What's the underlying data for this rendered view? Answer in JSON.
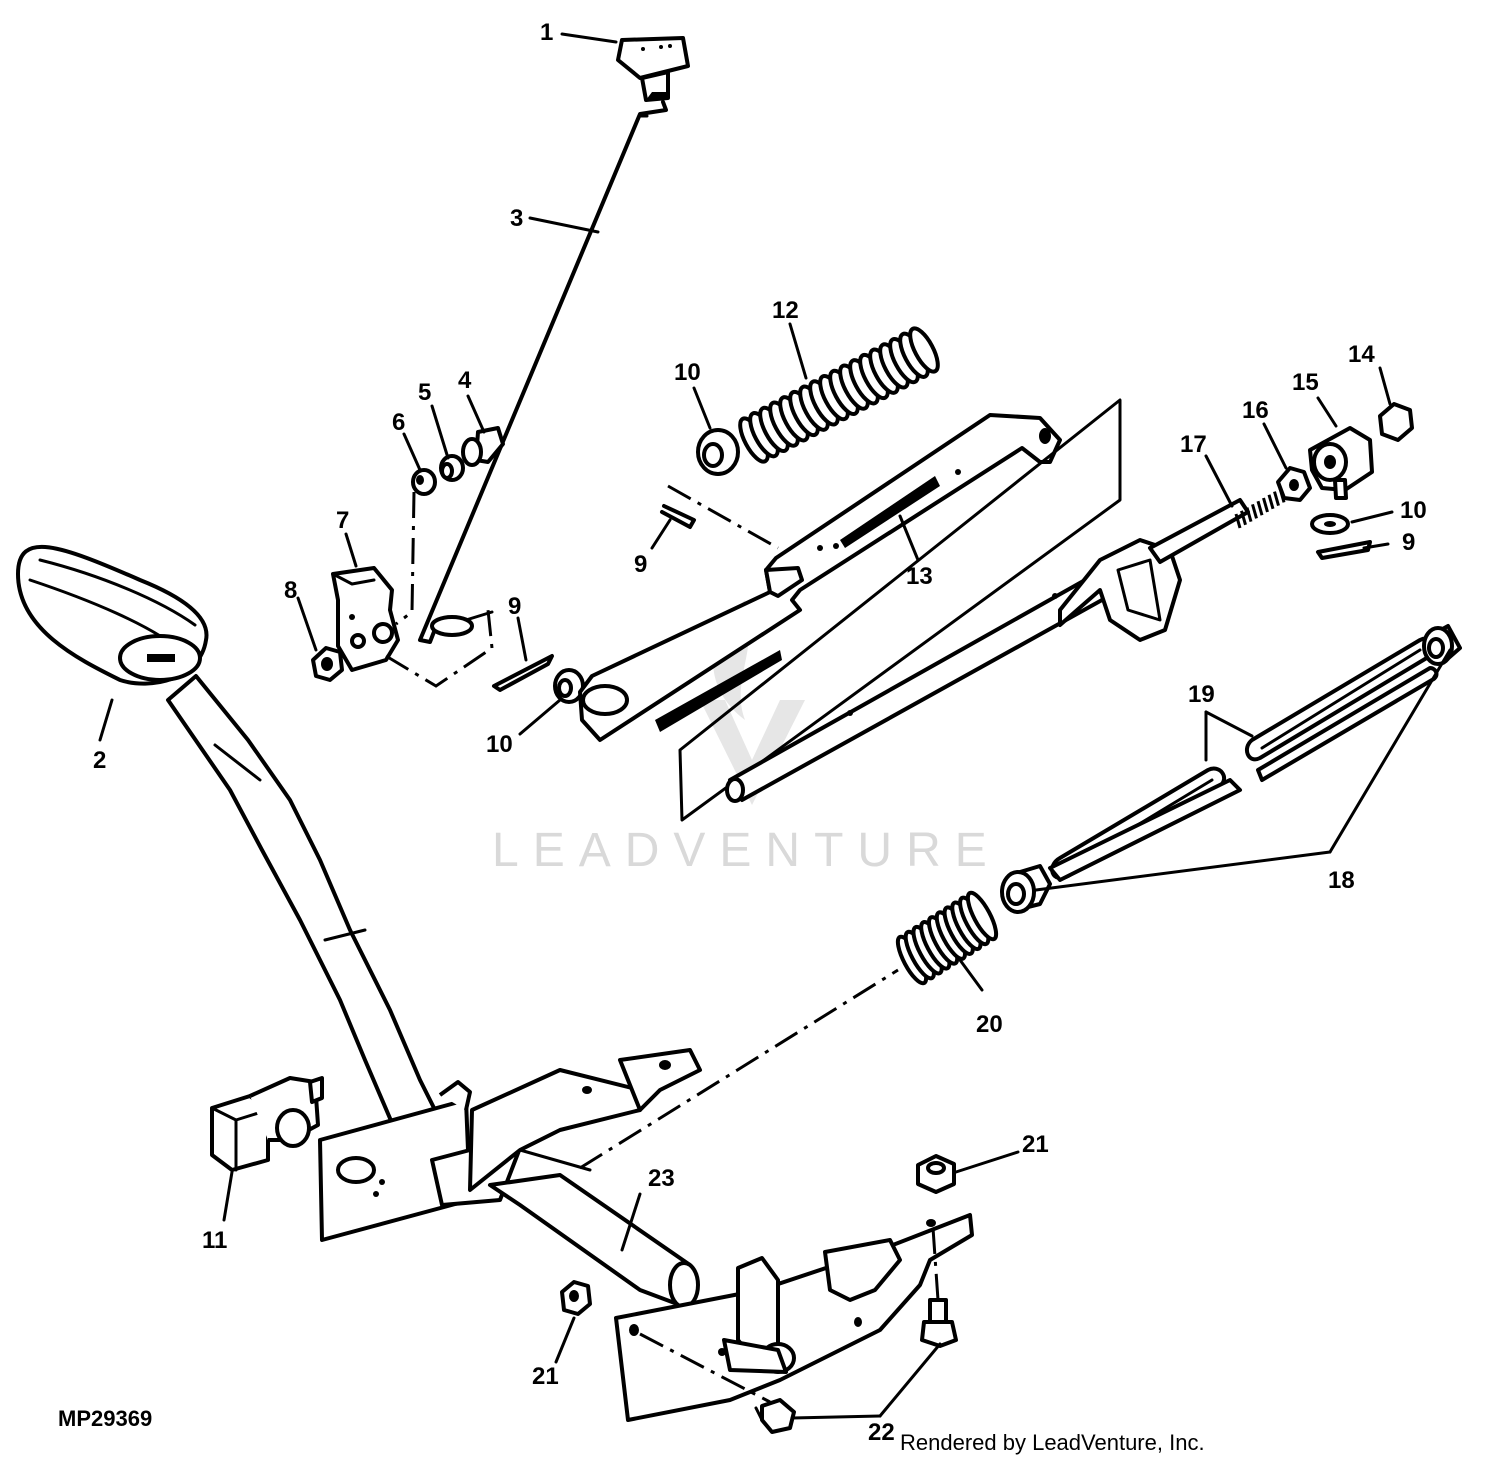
{
  "watermark": {
    "text": "LEADVENTURE"
  },
  "figure_id": "MP29369",
  "credit": "Rendered by LeadVenture, Inc.",
  "callouts": {
    "c1": "1",
    "c2": "2",
    "c3": "3",
    "c4": "4",
    "c5": "5",
    "c6": "6",
    "c7": "7",
    "c8": "8",
    "c9a": "9",
    "c9b": "9",
    "c9c": "9",
    "c10a": "10",
    "c10b": "10",
    "c10c": "10",
    "c11": "11",
    "c12": "12",
    "c13": "13",
    "c14": "14",
    "c15": "15",
    "c16": "16",
    "c17": "17",
    "c18": "18",
    "c19": "19",
    "c20": "20",
    "c21a": "21",
    "c21b": "21",
    "c22": "22",
    "c23": "23"
  }
}
